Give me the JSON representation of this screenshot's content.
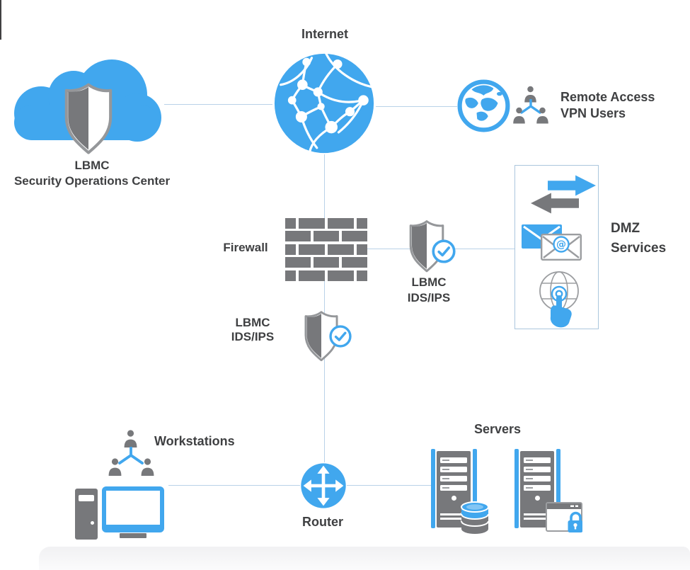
{
  "nodes": {
    "internet": {
      "label": "Internet"
    },
    "soc": {
      "label_line1": "LBMC",
      "label_line2": "Security Operations Center"
    },
    "remote_vpn": {
      "label_line1": "Remote Access",
      "label_line2": "VPN Users"
    },
    "firewall": {
      "label": "Firewall"
    },
    "ids_ips_dmz": {
      "label_line1": "LBMC",
      "label_line2": "IDS/IPS"
    },
    "ids_ips_internal": {
      "label_line1": "LBMC",
      "label_line2": "IDS/IPS"
    },
    "dmz_services": {
      "label_line1": "DMZ",
      "label_line2": "Services",
      "at_symbol": "@"
    },
    "router": {
      "label": "Router"
    },
    "workstations": {
      "label": "Workstations"
    },
    "servers": {
      "label": "Servers"
    }
  },
  "connections": [
    {
      "from": "soc",
      "to": "internet"
    },
    {
      "from": "internet",
      "to": "remote_vpn"
    },
    {
      "from": "internet",
      "to": "firewall"
    },
    {
      "from": "firewall",
      "to": "ids_ips_dmz"
    },
    {
      "from": "ids_ips_dmz",
      "to": "dmz_services"
    },
    {
      "from": "firewall",
      "to": "ids_ips_internal"
    },
    {
      "from": "ids_ips_internal",
      "to": "router"
    },
    {
      "from": "router",
      "to": "workstations"
    },
    {
      "from": "router",
      "to": "servers"
    }
  ],
  "colors": {
    "primary_blue": "#41a7ee",
    "icon_gray": "#77787b",
    "connector_blue": "#b9d2e8",
    "label_text": "#3f4042",
    "dmz_border": "#abc6dd",
    "shield_outline": "#95979a"
  }
}
